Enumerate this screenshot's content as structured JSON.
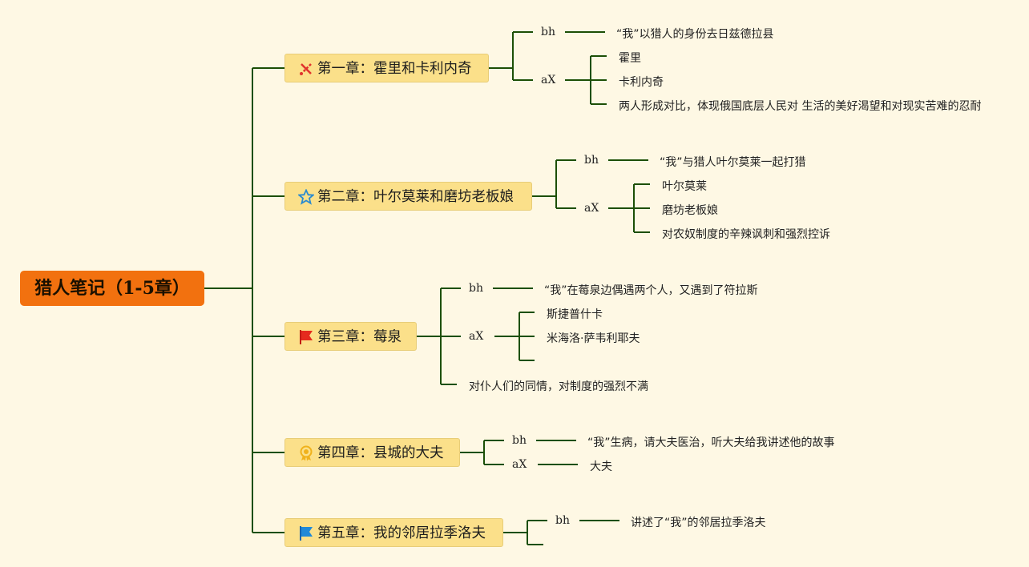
{
  "root": {
    "title": "猎人笔记（1-5章）"
  },
  "chapters": [
    {
      "title": "第一章：霍里和卡利内奇",
      "icon": "crossed-tools-icon",
      "bh_label": "bh",
      "bh_text": "“我”以猎人的身份去日兹德拉县",
      "ax_label": "aX",
      "ax_items": [
        "霍里",
        "卡利内奇",
        "两人形成对比，体现俄国底层人民对 生活的美好渴望和对现实苦难的忍耐"
      ]
    },
    {
      "title": "第二章：叶尔莫莱和磨坊老板娘",
      "icon": "star-icon",
      "bh_label": "bh",
      "bh_text": "“我”与猎人叶尔莫莱一起打猎",
      "ax_label": "aX",
      "ax_items": [
        "叶尔莫莱",
        "磨坊老板娘",
        "对农奴制度的辛辣讽刺和强烈控诉"
      ]
    },
    {
      "title": "第三章：莓泉",
      "icon": "red-flag-icon",
      "bh_label": "bh",
      "bh_text": "“我”在莓泉边偶遇两个人，又遇到了符拉斯",
      "ax_label": "aX",
      "ax_items": [
        "斯捷普什卡",
        "米海洛·萨韦利耶夫",
        ""
      ],
      "extra": "对仆人们的同情，对制度的强烈不满"
    },
    {
      "title": "第四章：县城的大夫",
      "icon": "ribbon-medal-icon",
      "bh_label": "bh",
      "bh_text": "“我”生病，请大夫医治，听大夫给我讲述他的故事",
      "ax_label": "aX",
      "ax_text": "大夫"
    },
    {
      "title": "第五章：我的邻居拉季洛夫",
      "icon": "blue-flag-icon",
      "bh_label": "bh",
      "bh_text": "讲述了“我”的邻居拉季洛夫"
    }
  ],
  "colors": {
    "background": "#fef8e4",
    "root": "#f2710f",
    "chapter": "#fbe08a",
    "line": "#1c4f06"
  }
}
